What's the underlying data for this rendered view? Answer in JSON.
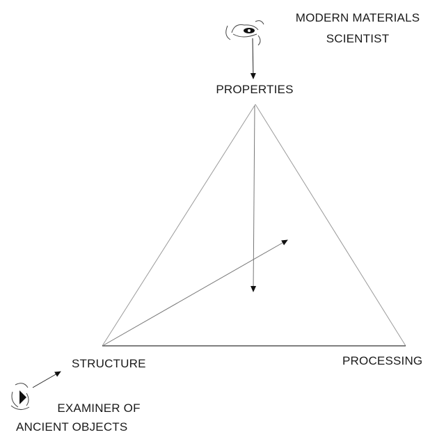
{
  "diagram": {
    "vertices": {
      "top": "PROPERTIES",
      "left": "STRUCTURE",
      "right": "PROCESSING"
    },
    "observers": {
      "modern": {
        "line1": "MODERN MATERIALS",
        "line2": "SCIENTIST",
        "icon": "eye-icon"
      },
      "ancient": {
        "line1": "EXAMINER OF",
        "line2": "ANCIENT OBJECTS",
        "icon": "eye-icon"
      }
    }
  }
}
